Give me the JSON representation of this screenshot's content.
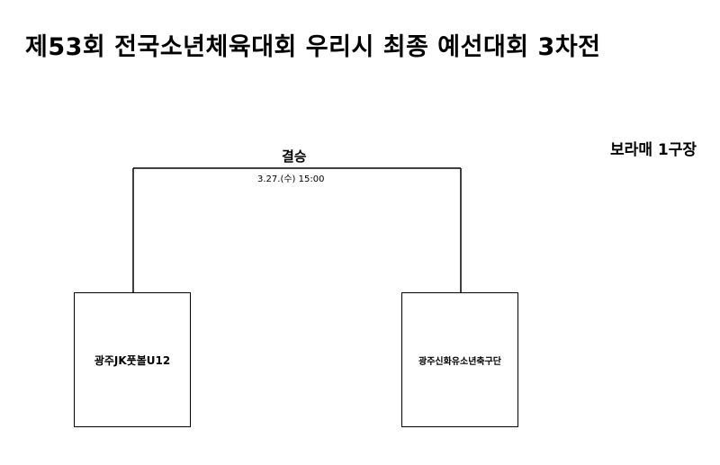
{
  "title": "제53회 전국소년체육대회 우리시 최종 예선대회 3차전",
  "venue": "보라매 1구장",
  "match": {
    "round": "결승",
    "datetime": "3.27.(수) 15:00"
  },
  "teams": [
    {
      "name": "광주JK풋볼U12"
    },
    {
      "name": "광주신화유소년축구단"
    }
  ]
}
